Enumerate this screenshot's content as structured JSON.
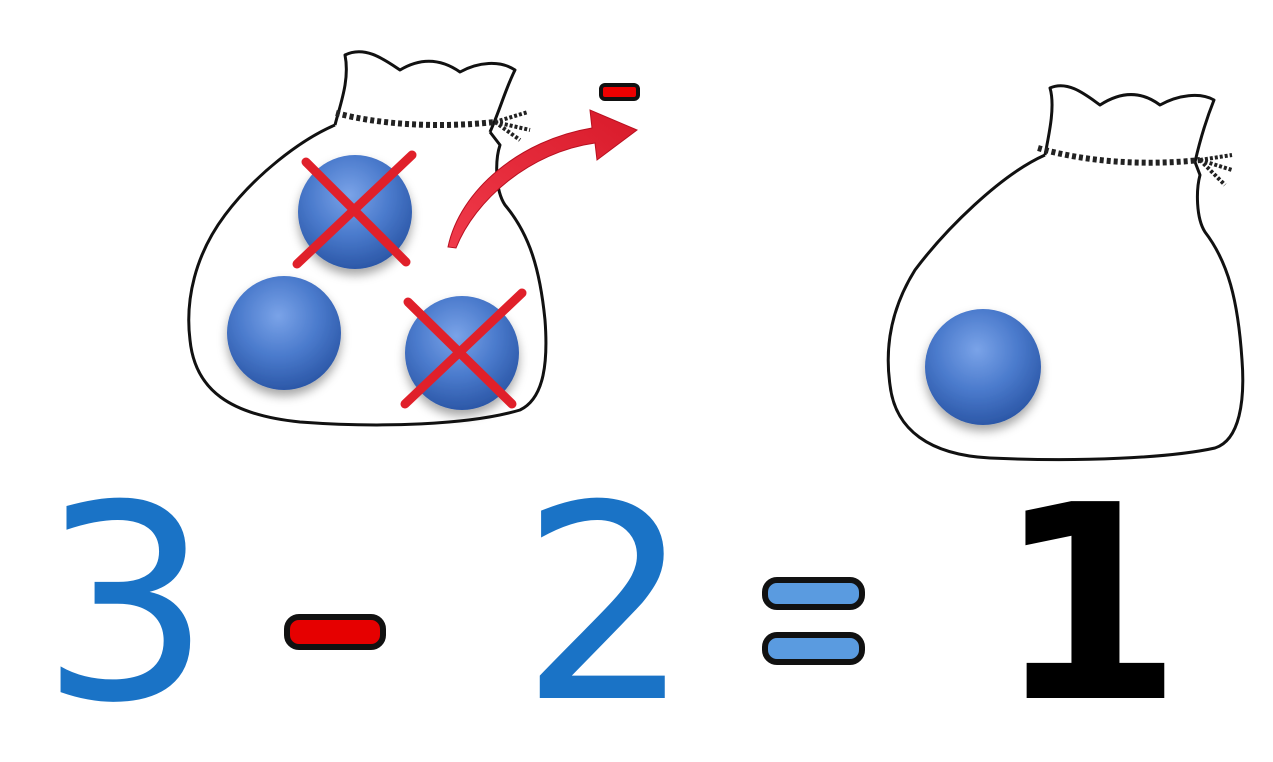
{
  "equation": {
    "operand_a": "3",
    "operand_b": "2",
    "result": "1",
    "operator": "minus",
    "relation": "equals"
  },
  "bags": {
    "before": {
      "total_balls": 3,
      "crossed_out": 2
    },
    "after": {
      "total_balls": 1,
      "crossed_out": 0
    }
  },
  "colors": {
    "number_blue": "#1a73c6",
    "minus_red": "#e60000",
    "equals_blue": "#5a9be0",
    "ball_blue": "#3d6fc4",
    "cross_red": "#e0202a",
    "arrow_red": "#e8303a",
    "result_black": "#000000"
  }
}
